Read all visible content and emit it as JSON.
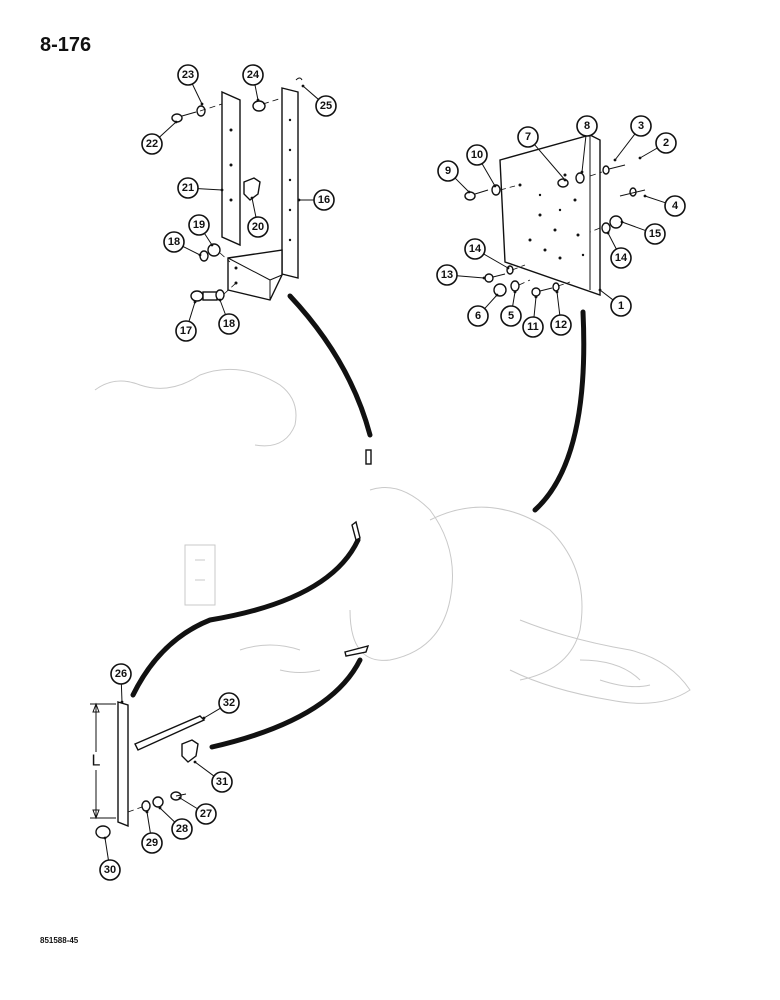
{
  "page_number": "8-176",
  "figure_code": "851588-45",
  "dimension_label": "L",
  "callouts": [
    "1",
    "2",
    "3",
    "4",
    "5",
    "6",
    "7",
    "8",
    "9",
    "10",
    "11",
    "12",
    "13",
    "14",
    "14",
    "15",
    "16",
    "17",
    "18",
    "18",
    "19",
    "20",
    "21",
    "22",
    "23",
    "24",
    "25",
    "26",
    "27",
    "28",
    "29",
    "30",
    "31",
    "32"
  ]
}
